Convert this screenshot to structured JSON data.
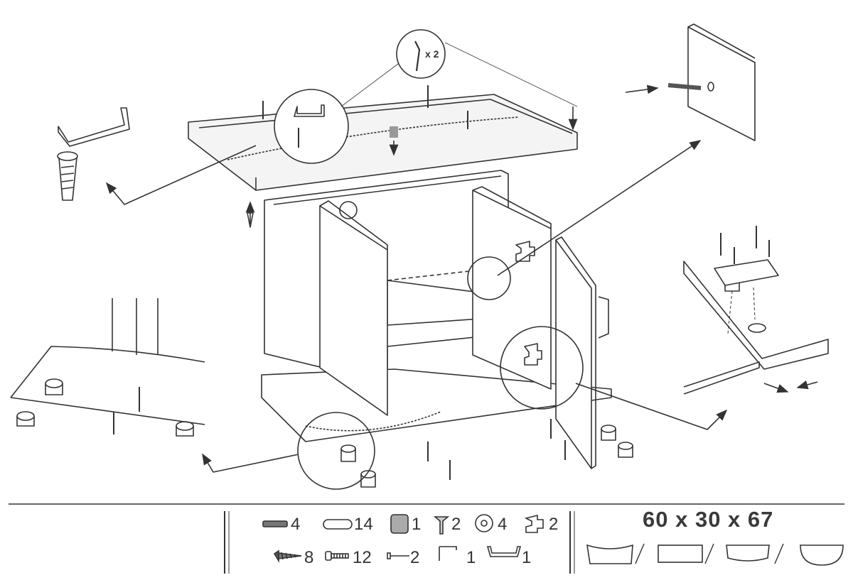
{
  "instruction": {
    "multiplier_label": "x 2"
  },
  "parts_legend": [
    {
      "part": "dowel-icon",
      "count": "4"
    },
    {
      "part": "cam-pin-icon",
      "count": "14"
    },
    {
      "part": "plastic-cap-icon",
      "count": "1"
    },
    {
      "part": "shelf-pin-icon",
      "count": "2"
    },
    {
      "part": "foot-glide-icon",
      "count": "4"
    },
    {
      "part": "hinge-icon",
      "count": "2"
    },
    {
      "part": "wood-screw-icon",
      "count": "8"
    },
    {
      "part": "short-screw-icon",
      "count": "12"
    },
    {
      "part": "nail-icon",
      "count": "2"
    },
    {
      "part": "hex-key-icon",
      "count": "1"
    },
    {
      "part": "handle-icon",
      "count": "1"
    }
  ],
  "product": {
    "dimensions": "60 x 30 x 67",
    "top_shape_options": [
      "concave-front-shape-icon",
      "rectangular-shape-icon",
      "convex-front-shape-icon",
      "half-round-shape-icon"
    ]
  },
  "colors": {
    "line": "#333333",
    "background": "#ffffff",
    "panel_fill": "#f4f4f4"
  }
}
